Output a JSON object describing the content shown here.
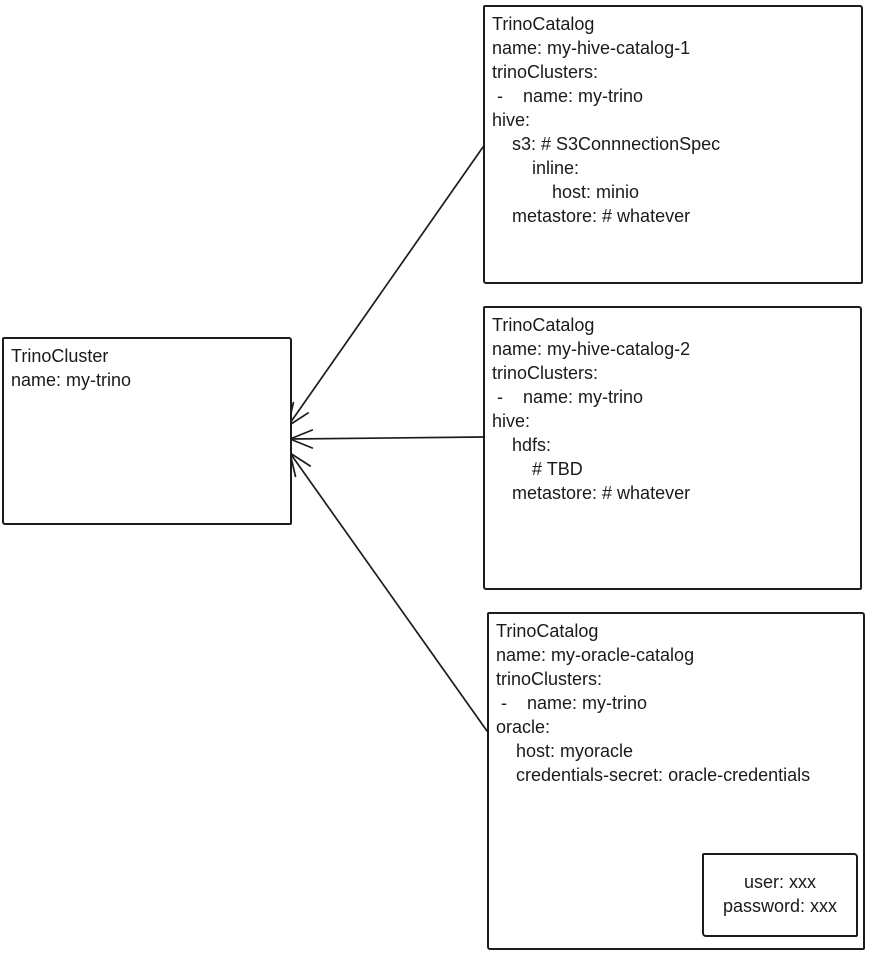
{
  "diagram": {
    "colors": {
      "stroke": "#1c1c1c",
      "background": "#ffffff",
      "text": "#1a1a1a"
    },
    "cluster": {
      "kind": "TrinoCluster",
      "lines": [
        "TrinoCluster",
        "name: my-trino"
      ]
    },
    "catalogs": [
      {
        "kind": "TrinoCatalog",
        "lines": [
          "TrinoCatalog",
          "name: my-hive-catalog-1",
          "trinoClusters:",
          " -    name: my-trino",
          "hive:",
          "    s3: # S3ConnnectionSpec",
          "        inline:",
          "            host: minio",
          "    metastore: # whatever"
        ]
      },
      {
        "kind": "TrinoCatalog",
        "lines": [
          "TrinoCatalog",
          "name: my-hive-catalog-2",
          "trinoClusters:",
          " -    name: my-trino",
          "hive:",
          "    hdfs:",
          "        # TBD",
          "    metastore: # whatever"
        ]
      },
      {
        "kind": "TrinoCatalog",
        "lines": [
          "TrinoCatalog",
          "name: my-oracle-catalog",
          "trinoClusters:",
          " -    name: my-trino",
          "oracle:",
          "    host: myoracle",
          "    credentials-secret: oracle-credentials"
        ]
      }
    ],
    "secret": {
      "lines": [
        "user: xxx",
        "password: xxx"
      ]
    }
  }
}
